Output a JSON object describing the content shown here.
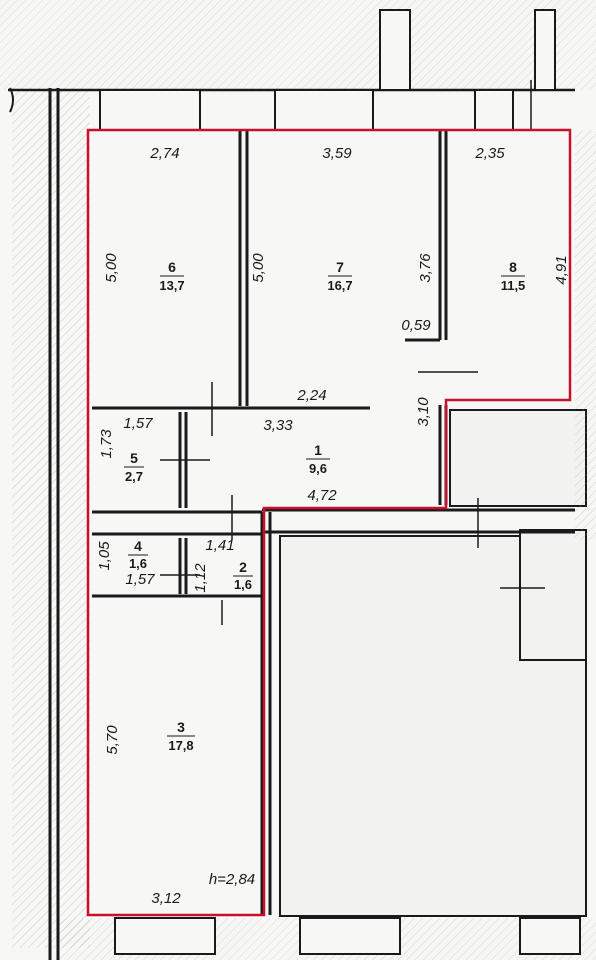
{
  "plan": {
    "ceiling_height": "h=2,84",
    "colors": {
      "boundary": "#c8102e",
      "wall": "#1a1a1a",
      "paper": "#f7f7f5",
      "hatch": "#9a9a9a"
    },
    "rooms": [
      {
        "id": "room-1",
        "number": "1",
        "area": "9,6"
      },
      {
        "id": "room-2",
        "number": "2",
        "area": "1,6"
      },
      {
        "id": "room-3",
        "number": "3",
        "area": "17,8"
      },
      {
        "id": "room-4",
        "number": "4",
        "area": "1,6"
      },
      {
        "id": "room-5",
        "number": "5",
        "area": "2,7"
      },
      {
        "id": "room-6",
        "number": "6",
        "area": "13,7"
      },
      {
        "id": "room-7",
        "number": "7",
        "area": "16,7"
      },
      {
        "id": "room-8",
        "number": "8",
        "area": "11,5"
      }
    ],
    "dimensions": {
      "r6_width": "2,74",
      "r6_height": "5,00",
      "r7_width": "3,59",
      "r7_height": "5,00",
      "r8_width": "2,35",
      "r8_height": "4,91",
      "r8_inner": "3,76",
      "niche": "0,59",
      "corridor_top": "2,24",
      "corridor_mid": "3,33",
      "corridor_side": "3,10",
      "corridor_bottom": "4,72",
      "r5_width": "1,57",
      "r5_height": "1,73",
      "r4_width": "1,57",
      "r4_height": "1,05",
      "r2_width": "1,41",
      "r2_height": "1,12",
      "r3_width": "3,12",
      "r3_height": "5,70"
    }
  }
}
